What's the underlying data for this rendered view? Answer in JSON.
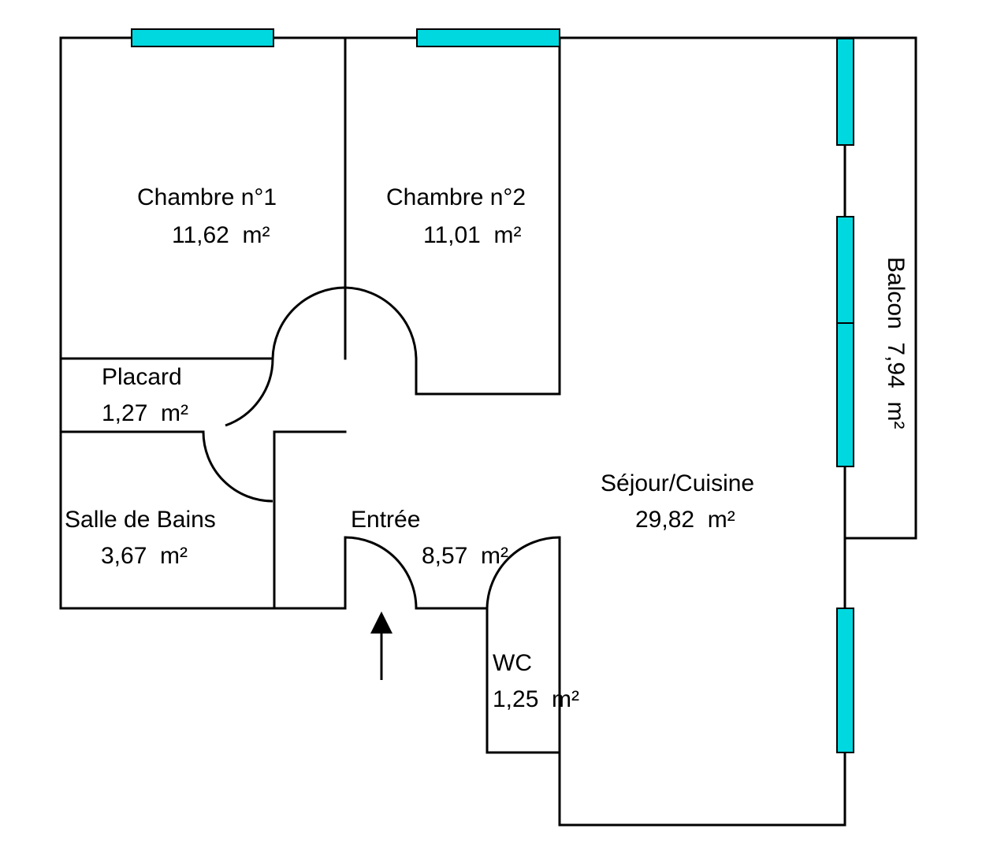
{
  "colors": {
    "wall": "#000000",
    "window": "#00d8e0",
    "background": "#ffffff"
  },
  "rooms": [
    {
      "id": "chambre-1",
      "name": "Chambre n°1",
      "area": "11,62  m²"
    },
    {
      "id": "chambre-2",
      "name": "Chambre n°2",
      "area": "11,01  m²"
    },
    {
      "id": "placard",
      "name": "Placard",
      "area": "1,27  m²"
    },
    {
      "id": "salle-de-bains",
      "name": "Salle de Bains",
      "area": "3,67  m²"
    },
    {
      "id": "entree",
      "name": "Entrée",
      "area": "8,57  m²"
    },
    {
      "id": "sejour-cuisine",
      "name": "Séjour/Cuisine",
      "area": "29,82  m²"
    },
    {
      "id": "wc",
      "name": "WC",
      "area": "1,25  m²"
    },
    {
      "id": "balcon",
      "label": "Balcon  7,94  m²"
    }
  ],
  "entrance_icon": "up-arrow-icon"
}
